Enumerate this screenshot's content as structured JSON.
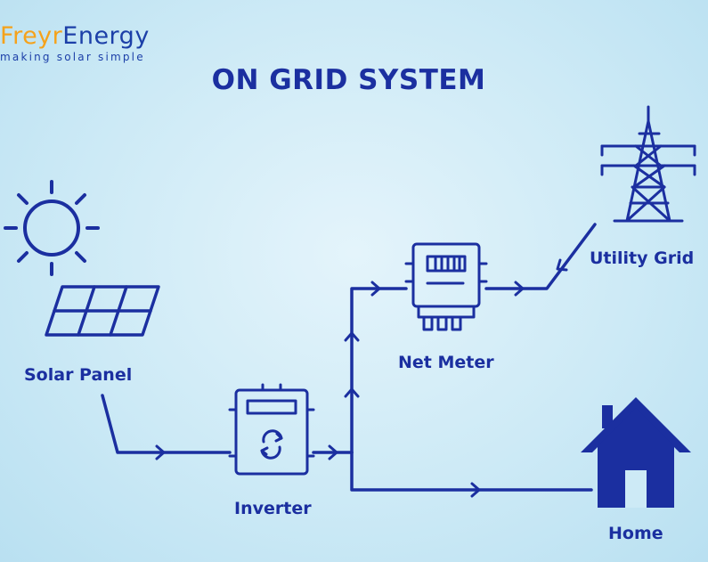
{
  "logo": {
    "part1": "Freyr",
    "part2": "Energy",
    "tagline": "making solar simple"
  },
  "title": "ON GRID SYSTEM",
  "nodes": {
    "solar_panel": "Solar Panel",
    "inverter": "Inverter",
    "net_meter": "Net Meter",
    "utility_grid": "Utility Grid",
    "home": "Home"
  },
  "colors": {
    "primary": "#1b2fa0",
    "accent": "#f5a21b"
  }
}
